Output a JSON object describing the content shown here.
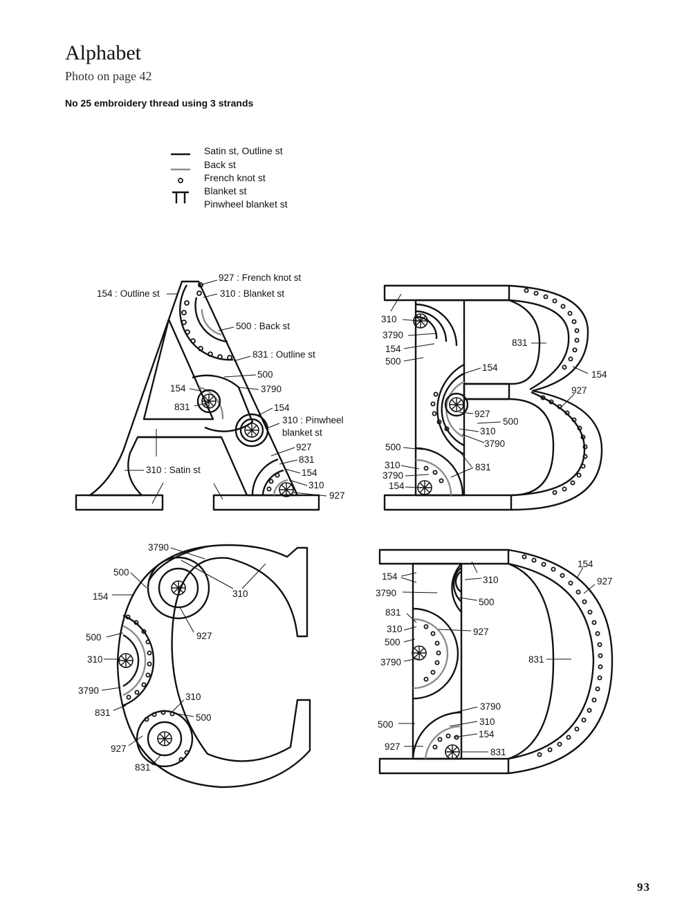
{
  "header": {
    "title": "Alphabet",
    "subtitle": "Photo on page 42",
    "note": "No 25 embroidery thread using 3 strands"
  },
  "legend": [
    {
      "icon": "solid-line-icon",
      "label": "Satin st, Outline st"
    },
    {
      "icon": "gray-line-icon",
      "label": "Back st"
    },
    {
      "icon": "knot-circle-icon",
      "label": "French knot st"
    },
    {
      "icon": "blanket-stitch-icon",
      "label": "Blanket st"
    },
    {
      "icon": "blanket-stitch-icon",
      "label": "Pinwheel blanket st"
    }
  ],
  "colors": {
    "ink": "#111111",
    "back_stitch": "#8c8c8c"
  },
  "labels": {
    "a": [
      "927 : French knot st",
      "154 : Outline st",
      "310 : Blanket st",
      "500 : Back st",
      "831 : Outline st",
      "500",
      "154",
      "3790",
      "831",
      "154",
      "310 : Pinwheel",
      "blanket st",
      "927",
      "831",
      "310 : Satin st",
      "154",
      "310",
      "927"
    ],
    "b": [
      "310",
      "3790",
      "154",
      "500",
      "831",
      "154",
      "154",
      "927",
      "927",
      "500",
      "310",
      "3790",
      "500",
      "831",
      "310",
      "3790",
      "154"
    ],
    "c": [
      "3790",
      "500",
      "310",
      "154",
      "927",
      "500",
      "310",
      "3790",
      "310",
      "831",
      "500",
      "927",
      "831"
    ],
    "d": [
      "154",
      "927",
      "154",
      "310",
      "3790",
      "500",
      "831",
      "310",
      "927",
      "500",
      "3790",
      "831",
      "3790",
      "500",
      "310",
      "154",
      "927",
      "831"
    ]
  },
  "page_number": "93"
}
